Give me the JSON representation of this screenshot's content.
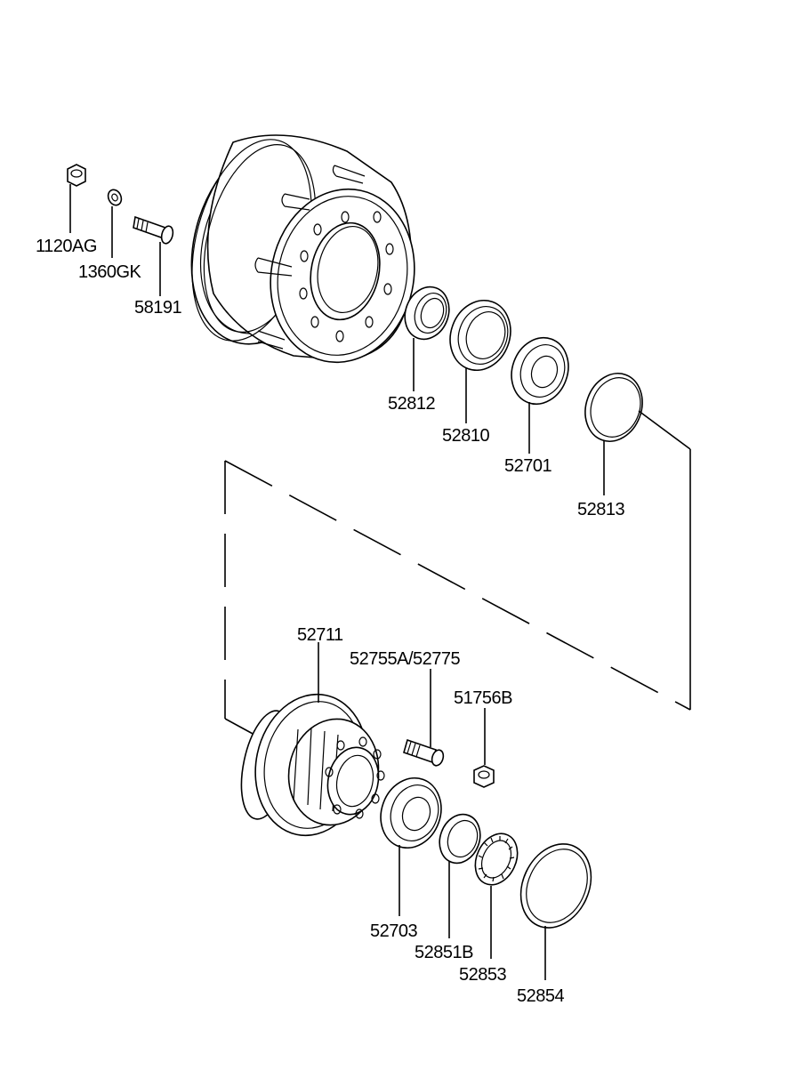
{
  "diagram": {
    "parts": [
      {
        "id": "p1120ag",
        "label": "1120AG"
      },
      {
        "id": "p1360gk",
        "label": "1360GK"
      },
      {
        "id": "p58191",
        "label": "58191"
      },
      {
        "id": "p52812",
        "label": "52812"
      },
      {
        "id": "p52810",
        "label": "52810"
      },
      {
        "id": "p52701",
        "label": "52701"
      },
      {
        "id": "p52813",
        "label": "52813"
      },
      {
        "id": "p52711",
        "label": "52711"
      },
      {
        "id": "p52755a",
        "label": "52755A/52775"
      },
      {
        "id": "p51756b",
        "label": "51756B"
      },
      {
        "id": "p52703",
        "label": "52703"
      },
      {
        "id": "p52851b",
        "label": "52851B"
      },
      {
        "id": "p52853",
        "label": "52853"
      },
      {
        "id": "p52854",
        "label": "52854"
      }
    ]
  }
}
